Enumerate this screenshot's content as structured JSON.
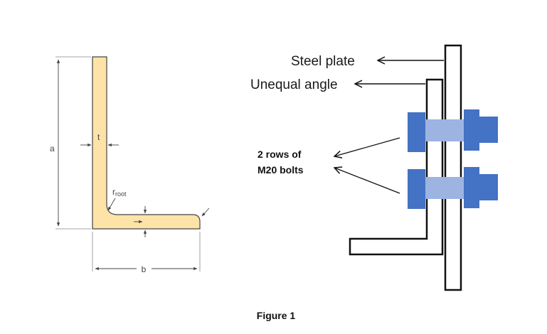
{
  "section_diagram": {
    "dim_a": "a",
    "dim_t": "t",
    "dim_b": "b",
    "root_radius_label": "r",
    "root_radius_sub": "root"
  },
  "assembly_diagram": {
    "steel_plate_label": "Steel plate",
    "unequal_angle_label": "Unequal angle",
    "bolts_label_line1": "2 rows of",
    "bolts_label_line2": "M20 bolts"
  },
  "caption": "Figure 1",
  "colors": {
    "angle_fill": "#fde3a7",
    "bolt_dark": "#4472c4",
    "bolt_light": "#9db4e2",
    "line": "#111111"
  }
}
